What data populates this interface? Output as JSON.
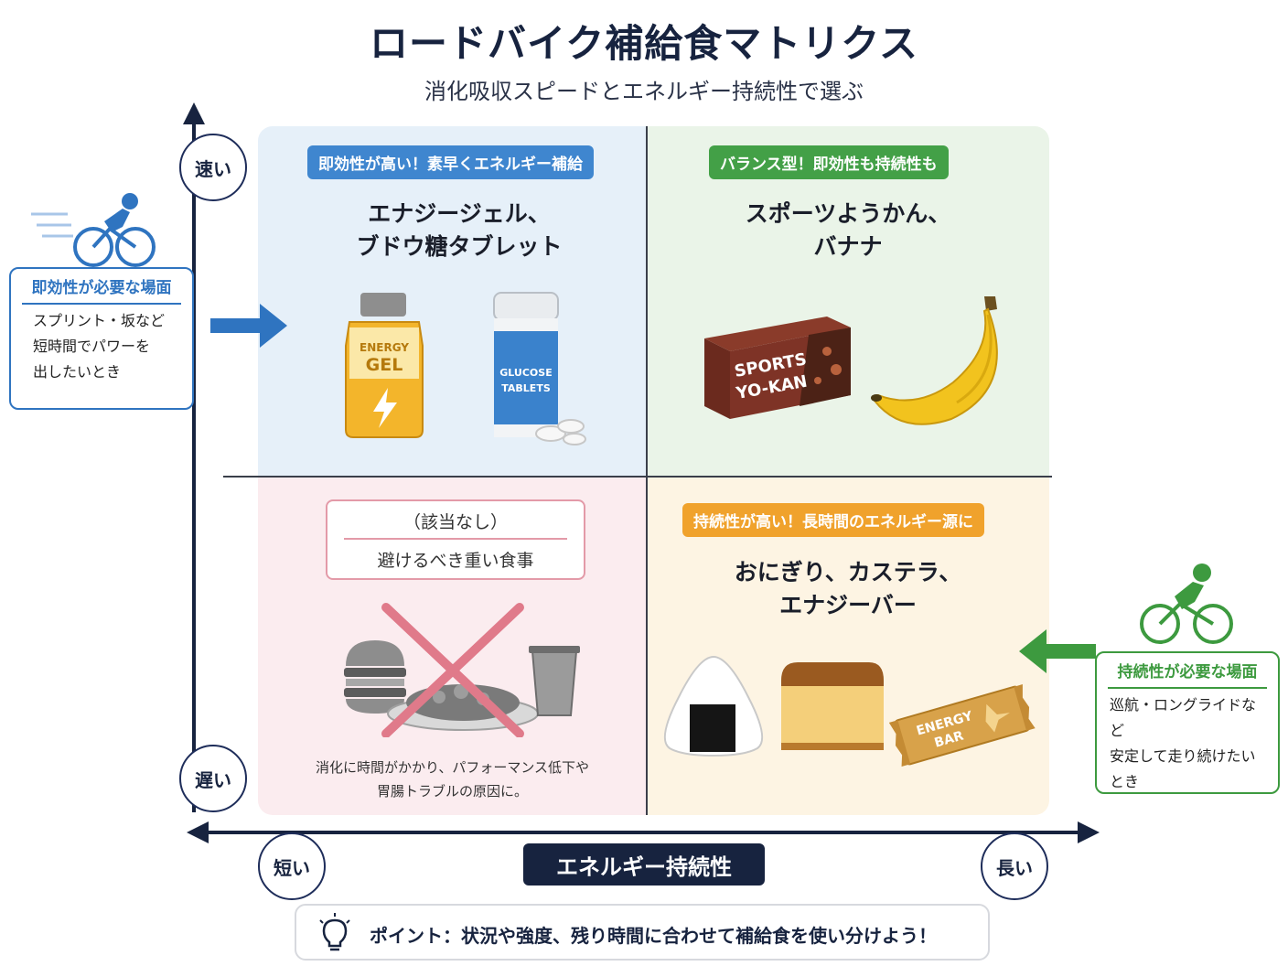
{
  "header": {
    "title": "ロードバイク補給食マトリクス",
    "subtitle": "消化吸収スピードとエネルギー持続性で選ぶ"
  },
  "y_axis": {
    "top_label": "速い",
    "bottom_label": "遅い"
  },
  "x_axis": {
    "left_label": "短い",
    "right_label": "長い",
    "title": "エネルギー持続性"
  },
  "quadrants": {
    "top_left": {
      "badge": "即効性が高い！素早くエネルギー補給",
      "badge_color": "#3f86cf",
      "food_line1": "エナジージェル、",
      "food_line2": "ブドウ糖タブレット",
      "gel_label_1": "ENERGY",
      "gel_label_2": "GEL",
      "tablets_label_1": "GLUCOSE",
      "tablets_label_2": "TABLETS"
    },
    "top_right": {
      "badge": "バランス型！即効性も持続性も",
      "badge_color": "#43a047",
      "food_line1": "スポーツようかん、",
      "food_line2": "バナナ",
      "yokan_label_1": "SPORTS",
      "yokan_label_2": "YO-KAN"
    },
    "bottom_left": {
      "title": "（該当なし）",
      "subtitle": "避けるべき重い食事",
      "note_line1": "消化に時間がかかり、パフォーマンス低下や",
      "note_line2": "胃腸トラブルの原因に。"
    },
    "bottom_right": {
      "badge": "持続性が高い！長時間のエネルギー源に",
      "badge_color": "#f0a22c",
      "food_line1": "おにぎり、カステラ、",
      "food_line2": "エナジーバー",
      "bar_label_1": "ENERGY",
      "bar_label_2": "BAR"
    }
  },
  "side_left": {
    "heading": "即効性が必要な場面",
    "line1": "スプリント・坂など",
    "line2": "短時間でパワーを",
    "line3": "出したいとき",
    "color": "#2f74c0"
  },
  "side_right": {
    "heading": "持続性が必要な場面",
    "line1": "巡航・ロングライドなど",
    "line2": "安定して走り続けたい",
    "line3": "とき",
    "color": "#3d9a3f"
  },
  "tip": {
    "text": "ポイント：状況や強度、残り時間に合わせて補給食を使い分けよう！"
  },
  "icons": [
    "cyclist-icon",
    "arrow-right-icon",
    "arrow-left-icon",
    "lightbulb-icon",
    "cross-icon"
  ]
}
